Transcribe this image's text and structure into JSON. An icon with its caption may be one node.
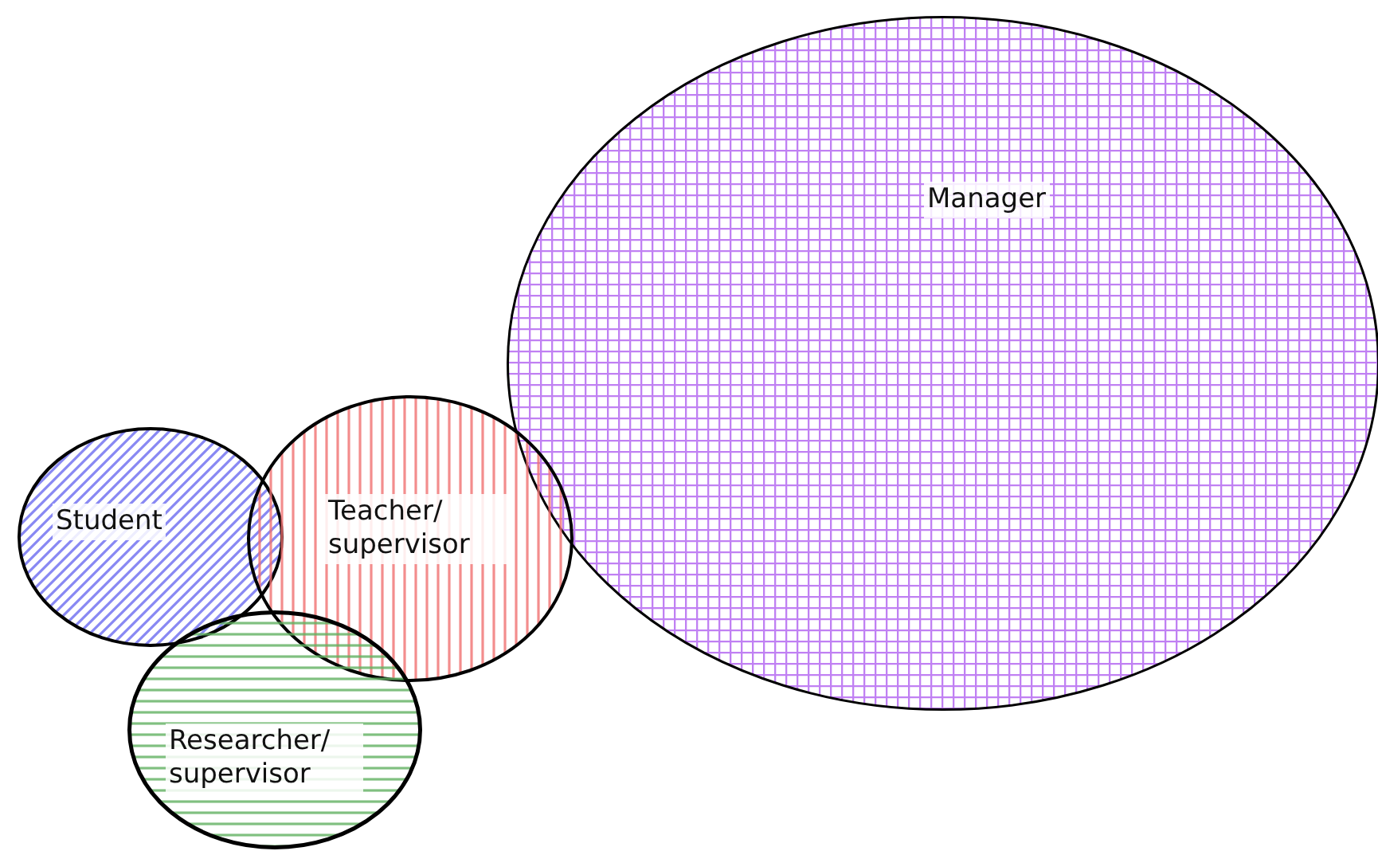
{
  "diagram": {
    "nodes": [
      {
        "text": [
          "Manager"
        ]
      },
      {
        "text": [
          "Student"
        ]
      },
      {
        "text": [
          "Teacher/ supervisor"
        ]
      },
      {
        "text": [
          "Researcher/ supervisor"
        ]
      }
    ]
  }
}
